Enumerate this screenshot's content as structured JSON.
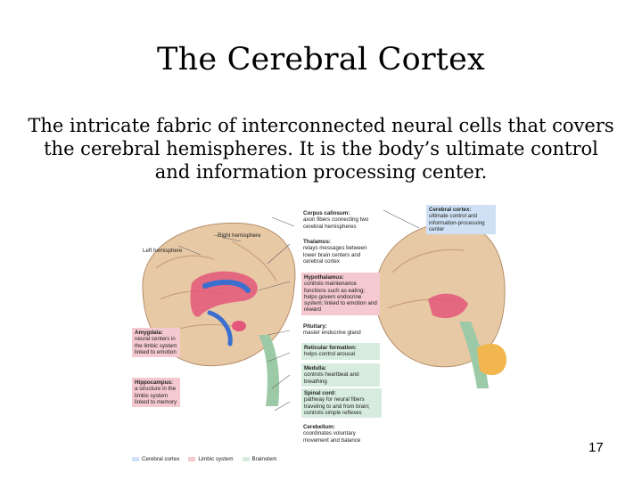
{
  "slide": {
    "title": "The Cerebral Cortex",
    "body": "The intricate fabric of interconnected neural cells that covers the cerebral hemispheres. It is the body’s ultimate control and information processing center.",
    "page_number": "17"
  },
  "figure": {
    "left_labels": {
      "right_hemisphere": "Right hemisphere",
      "left_hemisphere": "Left hemisphere",
      "amygdala_title": "Amygdala:",
      "amygdala_text": "neural centers in the limbic system linked to emotion",
      "hippocampus_title": "Hippocampus:",
      "hippocampus_text": "a structure in the limbic system linked to memory"
    },
    "center_labels": {
      "corpus_callosum_title": "Corpus callosum:",
      "corpus_callosum_text": "axon fibers connecting two cerebral hemispheres",
      "thalamus_title": "Thalamus:",
      "thalamus_text": "relays messages between lower brain centers and cerebral cortex",
      "hypothalamus_title": "Hypothalamus:",
      "hypothalamus_text": "controls maintenance functions such as eating; helps govern endocrine system; linked to emotion and reward",
      "pituitary_title": "Pituitary:",
      "pituitary_text": "master endocrine gland",
      "reticular_title": "Reticular formation:",
      "reticular_text": "helps control arousal",
      "medulla_title": "Medulla:",
      "medulla_text": "controls heartbeat and breathing",
      "spinal_cord_title": "Spinal cord:",
      "spinal_cord_text": "pathway for neural fibers traveling to and from brain; controls simple reflexes",
      "cerebellum_title": "Cerebellum:",
      "cerebellum_text": "coordinates voluntary movement and balance"
    },
    "right_labels": {
      "cerebral_cortex_title": "Cerebral cortex:",
      "cerebral_cortex_text": "ultimate control and information-processing center"
    },
    "legend": {
      "cortex": "Cerebral cortex",
      "limbic": "Limbic system",
      "brainstem": "Brainstem"
    },
    "colors": {
      "cortex_blue": "#cfe2f5",
      "limbic_pink": "#f4c9cf",
      "brainstem_green": "#d7ecdf",
      "brain_tan": "#e8c9a6",
      "ventricle_blue": "#3a6fcf",
      "limbic_red": "#e4577a"
    }
  }
}
